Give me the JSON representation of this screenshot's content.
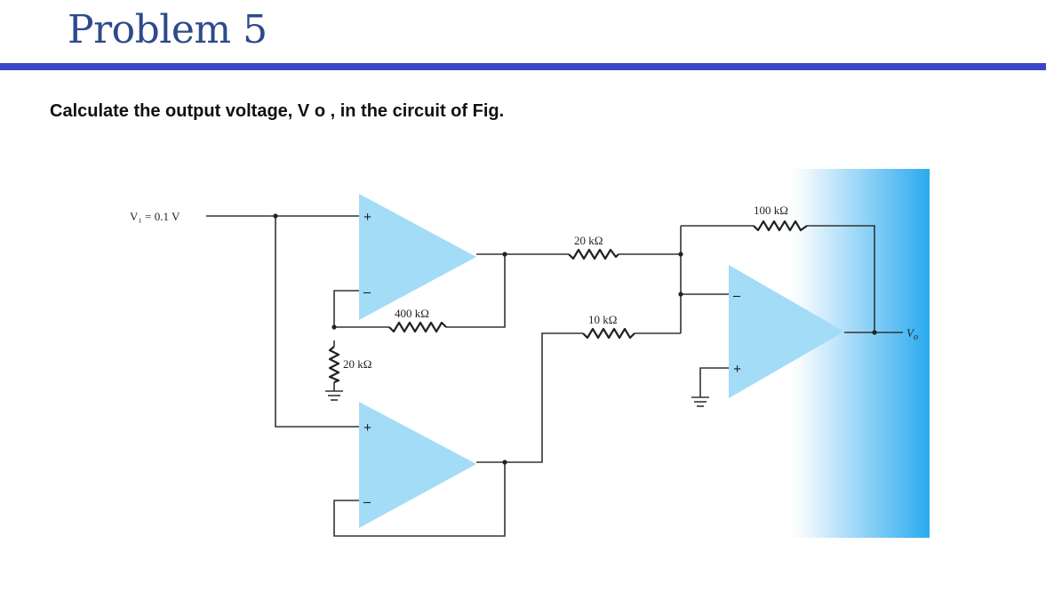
{
  "slide": {
    "title": "Problem 5",
    "question": "Calculate the output voltage, V o , in the circuit of Fig."
  },
  "circuit": {
    "input_label": "V₁ = 0.1 V",
    "output_label": "V",
    "output_subscript": "o",
    "resistors": {
      "r_feedback_out": "100 kΩ",
      "r_in_top": "20 kΩ",
      "r_in_bottom": "10 kΩ",
      "r_feedback_top": "400 kΩ",
      "r_ground": "20 kΩ"
    },
    "opamp_top": {
      "plus": "+",
      "minus": "–"
    },
    "opamp_bottom": {
      "plus": "+",
      "minus": "–"
    },
    "opamp_right": {
      "plus": "+",
      "minus": "–"
    }
  },
  "colors": {
    "title": "#2e4a8c",
    "rule": "#3a46c8",
    "opamp_fill": "#a3dcf7",
    "panel_light": "#eaf6fd",
    "panel_dark": "#2aaaf0"
  }
}
